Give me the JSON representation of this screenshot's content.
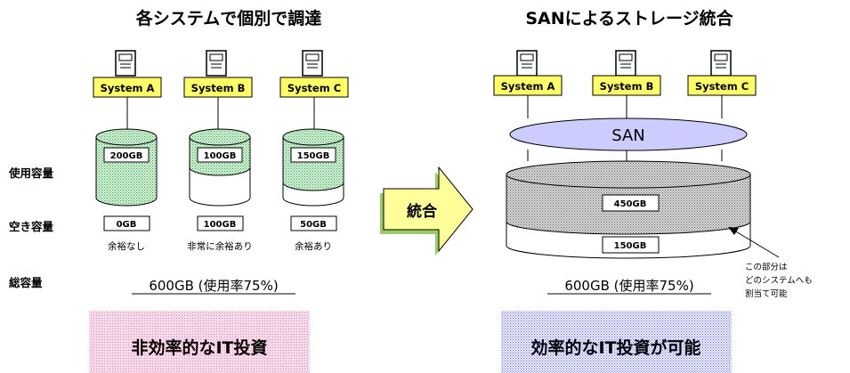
{
  "left": {
    "title": "各システムで個別で調達",
    "systems": [
      {
        "label": "System A",
        "used": "200GB",
        "free": "0GB",
        "note": "余裕なし",
        "used_fraction": 1.0
      },
      {
        "label": "System B",
        "used": "100GB",
        "free": "100GB",
        "note": "非常に余裕あり",
        "used_fraction": 0.5
      },
      {
        "label": "System C",
        "used": "150GB",
        "free": "50GB",
        "note": "余裕あり",
        "used_fraction": 0.75
      }
    ],
    "total": "600GB (使用率75%)",
    "banner": "非効率的なIT投資"
  },
  "row_labels": {
    "used": "使用容量",
    "free": "空き容量",
    "total": "総容量"
  },
  "arrow_label": "統合",
  "right": {
    "title": "SANによるストレージ統合",
    "systems": [
      "System A",
      "System B",
      "System C"
    ],
    "san_label": "SAN",
    "used": "450GB",
    "free": "150GB",
    "used_fraction": 0.75,
    "total": "600GB (使用率75%)",
    "banner": "効率的なIT投資が可能",
    "callout_lines": [
      "この部分は",
      "どのシステムへも",
      "割当て可能"
    ]
  },
  "colors": {
    "system_label_fill": "#ffff66",
    "used_pattern": "#33aa55",
    "san_fill": "#ccccff",
    "pool_pattern": "#666666",
    "arrow_fill": "#ffff99",
    "arrow_shadow": "#88cc66",
    "banner_left": "#ff66aa",
    "banner_right": "#6666ff"
  }
}
